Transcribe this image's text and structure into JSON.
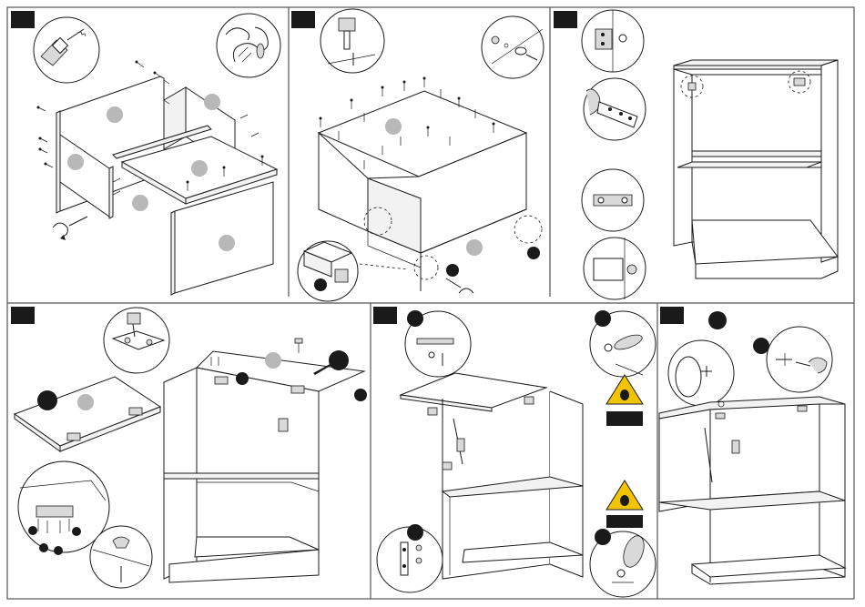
{
  "sheet": {
    "colors": {
      "line": "#1a1a1a",
      "part_marker": "#b8b8b8",
      "hardware_marker": "#1a1a1a",
      "warning_yellow": "#f2c400",
      "frame": "#555555"
    },
    "steps": [
      {
        "id": "step-1",
        "icons": [
          "screwdriver-icon",
          "dowel-insert-icon",
          "rotate-arrow-icon",
          "screw-icon"
        ]
      },
      {
        "id": "step-2",
        "icons": [
          "hammer-icon",
          "nail-icon",
          "washer-screw-icon",
          "rotate-arrow-icon",
          "cam-lock-icon"
        ]
      },
      {
        "id": "step-3",
        "icons": [
          "wall-bracket-icon",
          "bracket-screw-icon"
        ]
      },
      {
        "id": "step-4",
        "icons": [
          "hinge-icon",
          "screw-icon",
          "door-bumper-icon",
          "arrow-icon"
        ]
      },
      {
        "id": "step-5",
        "icons": [
          "gas-strut-icon",
          "warning-icon",
          "screw-icon"
        ]
      },
      {
        "id": "step-6",
        "icons": [
          "knob-icon",
          "screwdriver-icon",
          "gas-strut-icon"
        ]
      }
    ],
    "warning_icons": [
      "warning-icon",
      "warning-icon"
    ]
  }
}
